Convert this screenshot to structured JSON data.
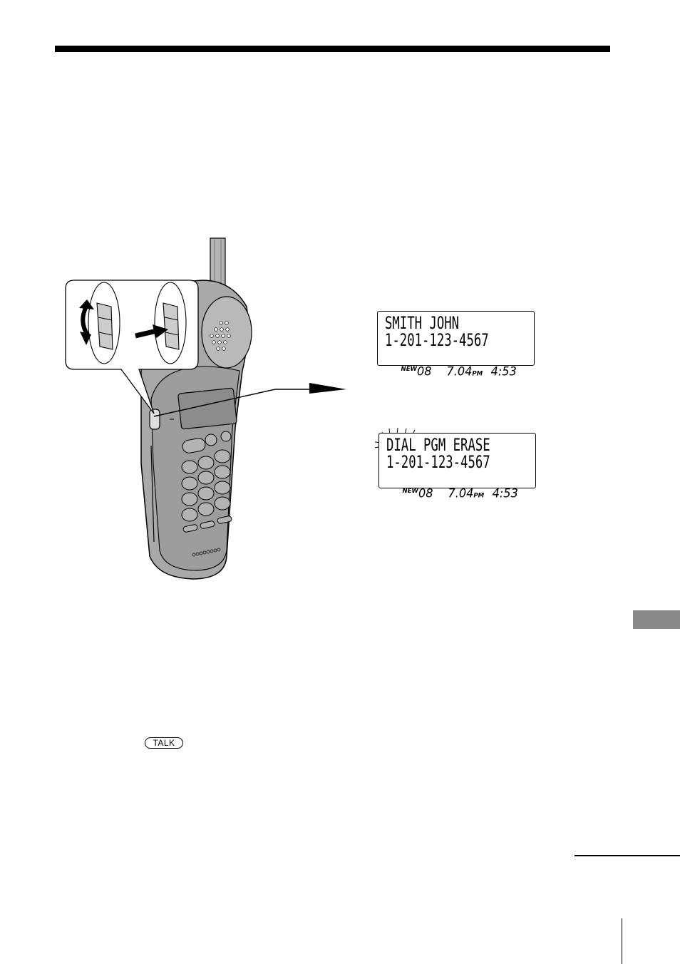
{
  "display_1": {
    "line1": "SMITH JOHN",
    "line2": "1-201-123-4567",
    "flag": "NEW",
    "count": "08",
    "date": "7.04",
    "ampm": "PM",
    "time": "4:53"
  },
  "display_2": {
    "line1": "DIAL PGM ERASE",
    "line2": "1-201-123-4567",
    "flag": "NEW",
    "count": "08",
    "date": "7.04",
    "ampm": "PM",
    "time": "4:53"
  },
  "keys": {
    "talk": "TALK"
  },
  "icons": [
    "handset-illustration",
    "jog-dial-rotate-icon",
    "jog-dial-push-icon",
    "pointer-arrow",
    "blink-mark-icon"
  ]
}
